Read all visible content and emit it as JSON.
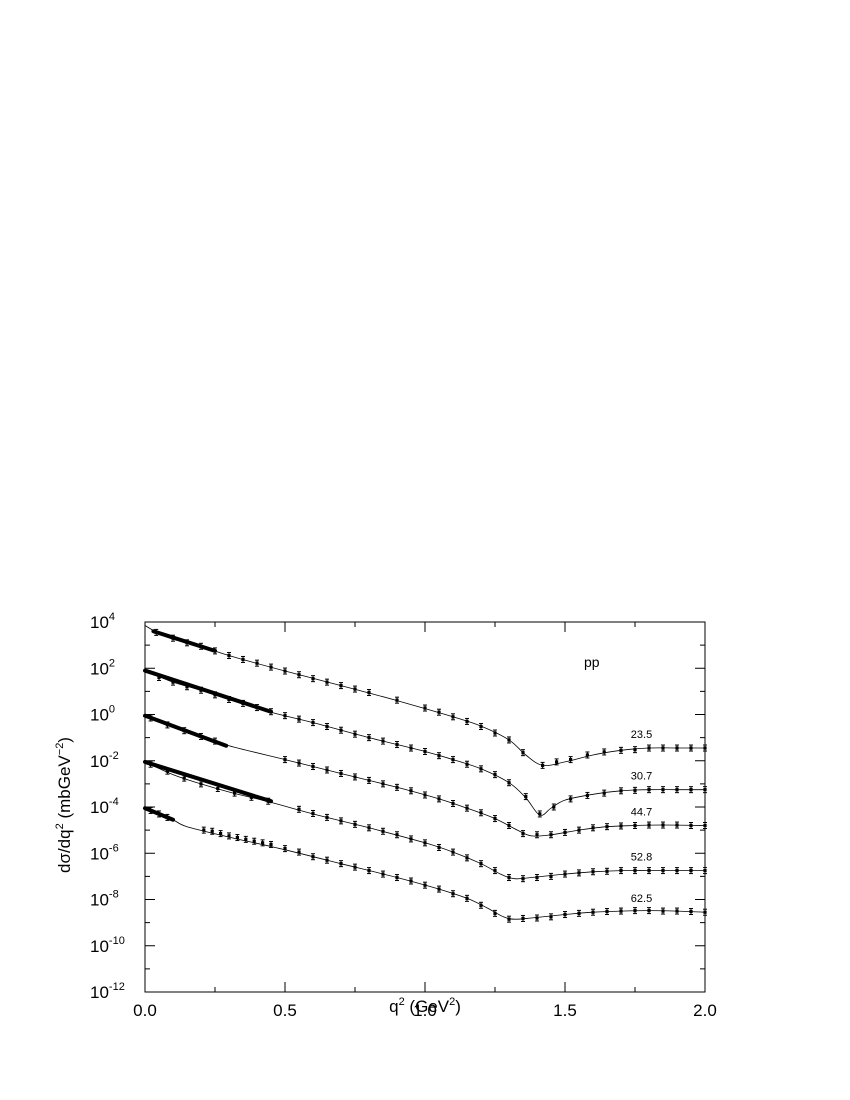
{
  "chart_data": {
    "type": "scatter",
    "title": "",
    "xlabel": "q2 (GeV2)",
    "ylabel": "dσ/dq2 (mbGeV−2)",
    "annotation": "pp",
    "x_scale": "linear",
    "y_scale": "log",
    "xlim": [
      0,
      2.0
    ],
    "ylim": [
      1e-12,
      10000.0
    ],
    "x_ticks": [
      "0.0",
      "0.5",
      "1.0",
      "1.5",
      "2.0"
    ],
    "y_ticks": [
      {
        "base": "10",
        "exp": "4"
      },
      {
        "base": "10",
        "exp": "2"
      },
      {
        "base": "10",
        "exp": "0"
      },
      {
        "base": "10",
        "exp": "-2"
      },
      {
        "base": "10",
        "exp": "-4"
      },
      {
        "base": "10",
        "exp": "-6"
      },
      {
        "base": "10",
        "exp": "-8"
      },
      {
        "base": "10",
        "exp": "-10"
      },
      {
        "base": "10",
        "exp": "-12"
      }
    ],
    "series": [
      {
        "name": "23.5",
        "curve_log10": [
          [
            0,
            3.85
          ],
          [
            0.05,
            3.5
          ],
          [
            0.1,
            3.25
          ],
          [
            0.2,
            2.95
          ],
          [
            0.3,
            2.55
          ],
          [
            0.5,
            1.88
          ],
          [
            0.7,
            1.25
          ],
          [
            0.9,
            0.6
          ],
          [
            1.1,
            -0.1
          ],
          [
            1.2,
            -0.5
          ],
          [
            1.3,
            -1.1
          ],
          [
            1.36,
            -1.75
          ],
          [
            1.42,
            -2.2
          ],
          [
            1.5,
            -2.05
          ],
          [
            1.6,
            -1.75
          ],
          [
            1.7,
            -1.55
          ],
          [
            1.8,
            -1.45
          ],
          [
            1.9,
            -1.45
          ],
          [
            2.0,
            -1.45
          ]
        ],
        "points_log10": [
          [
            0.04,
            3.55
          ],
          [
            0.1,
            3.3
          ],
          [
            0.15,
            3.1
          ],
          [
            0.2,
            2.95
          ],
          [
            0.25,
            2.75
          ],
          [
            0.3,
            2.55
          ],
          [
            0.35,
            2.38
          ],
          [
            0.4,
            2.22
          ],
          [
            0.45,
            2.05
          ],
          [
            0.5,
            1.88
          ],
          [
            0.55,
            1.72
          ],
          [
            0.6,
            1.55
          ],
          [
            0.65,
            1.4
          ],
          [
            0.7,
            1.25
          ],
          [
            0.75,
            1.1
          ],
          [
            0.8,
            0.95
          ],
          [
            0.9,
            0.62
          ],
          [
            1.0,
            0.28
          ],
          [
            1.05,
            0.1
          ],
          [
            1.1,
            -0.1
          ],
          [
            1.15,
            -0.3
          ],
          [
            1.2,
            -0.52
          ],
          [
            1.25,
            -0.8
          ],
          [
            1.3,
            -1.1
          ],
          [
            1.35,
            -1.65
          ],
          [
            1.42,
            -2.2
          ],
          [
            1.47,
            -2.05
          ],
          [
            1.52,
            -1.95
          ],
          [
            1.58,
            -1.75
          ],
          [
            1.64,
            -1.62
          ],
          [
            1.7,
            -1.55
          ],
          [
            1.75,
            -1.52
          ],
          [
            1.8,
            -1.45
          ],
          [
            1.85,
            -1.45
          ],
          [
            1.9,
            -1.45
          ],
          [
            1.95,
            -1.45
          ],
          [
            2.0,
            -1.45
          ]
        ]
      },
      {
        "name": "30.7",
        "curve_log10": [
          [
            0,
            1.9
          ],
          [
            0.1,
            1.4
          ],
          [
            0.2,
            1.05
          ],
          [
            0.3,
            0.65
          ],
          [
            0.45,
            0.1
          ],
          [
            0.6,
            -0.35
          ],
          [
            0.8,
            -1.0
          ],
          [
            1.0,
            -1.6
          ],
          [
            1.1,
            -1.95
          ],
          [
            1.2,
            -2.35
          ],
          [
            1.3,
            -2.95
          ],
          [
            1.36,
            -3.6
          ],
          [
            1.41,
            -4.35
          ],
          [
            1.45,
            -4.05
          ],
          [
            1.5,
            -3.7
          ],
          [
            1.6,
            -3.45
          ],
          [
            1.7,
            -3.3
          ],
          [
            1.8,
            -3.25
          ],
          [
            1.9,
            -3.25
          ],
          [
            2.0,
            -3.25
          ]
        ],
        "points_log10": [
          [
            0.05,
            1.6
          ],
          [
            0.1,
            1.4
          ],
          [
            0.15,
            1.2
          ],
          [
            0.2,
            1.05
          ],
          [
            0.25,
            0.85
          ],
          [
            0.3,
            0.65
          ],
          [
            0.35,
            0.48
          ],
          [
            0.4,
            0.3
          ],
          [
            0.45,
            0.12
          ],
          [
            0.5,
            -0.05
          ],
          [
            0.55,
            -0.2
          ],
          [
            0.6,
            -0.35
          ],
          [
            0.65,
            -0.52
          ],
          [
            0.7,
            -0.68
          ],
          [
            0.75,
            -0.85
          ],
          [
            0.8,
            -1.0
          ],
          [
            0.85,
            -1.15
          ],
          [
            0.9,
            -1.3
          ],
          [
            0.95,
            -1.45
          ],
          [
            1.0,
            -1.6
          ],
          [
            1.05,
            -1.78
          ],
          [
            1.1,
            -1.95
          ],
          [
            1.15,
            -2.15
          ],
          [
            1.2,
            -2.35
          ],
          [
            1.25,
            -2.6
          ],
          [
            1.3,
            -2.95
          ],
          [
            1.36,
            -3.55
          ],
          [
            1.41,
            -4.3
          ],
          [
            1.46,
            -4.0
          ],
          [
            1.52,
            -3.65
          ],
          [
            1.58,
            -3.5
          ],
          [
            1.64,
            -3.4
          ],
          [
            1.7,
            -3.3
          ],
          [
            1.75,
            -3.28
          ],
          [
            1.8,
            -3.25
          ],
          [
            1.85,
            -3.25
          ],
          [
            1.9,
            -3.25
          ],
          [
            1.95,
            -3.25
          ],
          [
            2.0,
            -3.25
          ]
        ]
      },
      {
        "name": "44.7",
        "curve_log10": [
          [
            0,
            -0.05
          ],
          [
            0.1,
            -0.55
          ],
          [
            0.2,
            -0.95
          ],
          [
            0.3,
            -1.35
          ],
          [
            0.5,
            -1.95
          ],
          [
            0.7,
            -2.55
          ],
          [
            0.9,
            -3.15
          ],
          [
            1.05,
            -3.65
          ],
          [
            1.15,
            -4.05
          ],
          [
            1.25,
            -4.5
          ],
          [
            1.33,
            -5.0
          ],
          [
            1.38,
            -5.25
          ],
          [
            1.45,
            -5.2
          ],
          [
            1.55,
            -5.0
          ],
          [
            1.65,
            -4.85
          ],
          [
            1.75,
            -4.8
          ],
          [
            1.85,
            -4.78
          ],
          [
            2.0,
            -4.8
          ]
        ],
        "points_log10": [
          [
            0.02,
            -0.15
          ],
          [
            0.08,
            -0.45
          ],
          [
            0.14,
            -0.7
          ],
          [
            0.2,
            -0.95
          ],
          [
            0.25,
            -1.15
          ],
          [
            0.5,
            -1.95
          ],
          [
            0.55,
            -2.1
          ],
          [
            0.6,
            -2.25
          ],
          [
            0.65,
            -2.4
          ],
          [
            0.7,
            -2.55
          ],
          [
            0.75,
            -2.7
          ],
          [
            0.8,
            -2.85
          ],
          [
            0.85,
            -3.0
          ],
          [
            0.9,
            -3.15
          ],
          [
            0.95,
            -3.3
          ],
          [
            1.0,
            -3.48
          ],
          [
            1.05,
            -3.65
          ],
          [
            1.1,
            -3.85
          ],
          [
            1.15,
            -4.05
          ],
          [
            1.2,
            -4.25
          ],
          [
            1.25,
            -4.5
          ],
          [
            1.3,
            -4.8
          ],
          [
            1.35,
            -5.15
          ],
          [
            1.4,
            -5.2
          ],
          [
            1.45,
            -5.2
          ],
          [
            1.5,
            -5.1
          ],
          [
            1.55,
            -5.0
          ],
          [
            1.6,
            -4.9
          ],
          [
            1.65,
            -4.85
          ],
          [
            1.7,
            -4.82
          ],
          [
            1.75,
            -4.8
          ],
          [
            1.8,
            -4.78
          ],
          [
            1.85,
            -4.78
          ],
          [
            1.9,
            -4.78
          ],
          [
            1.95,
            -4.8
          ],
          [
            2.0,
            -4.8
          ]
        ]
      },
      {
        "name": "52.8",
        "curve_log10": [
          [
            0,
            -2.05
          ],
          [
            0.1,
            -2.6
          ],
          [
            0.2,
            -3.0
          ],
          [
            0.3,
            -3.35
          ],
          [
            0.45,
            -3.8
          ],
          [
            0.6,
            -4.3
          ],
          [
            0.8,
            -4.9
          ],
          [
            1.0,
            -5.55
          ],
          [
            1.1,
            -5.95
          ],
          [
            1.2,
            -6.45
          ],
          [
            1.27,
            -6.9
          ],
          [
            1.32,
            -7.1
          ],
          [
            1.38,
            -7.05
          ],
          [
            1.5,
            -6.9
          ],
          [
            1.6,
            -6.8
          ],
          [
            1.7,
            -6.75
          ],
          [
            1.8,
            -6.75
          ],
          [
            1.9,
            -6.75
          ],
          [
            2.0,
            -6.75
          ]
        ],
        "points_log10": [
          [
            0.02,
            -2.15
          ],
          [
            0.08,
            -2.45
          ],
          [
            0.14,
            -2.75
          ],
          [
            0.2,
            -3.0
          ],
          [
            0.26,
            -3.2
          ],
          [
            0.32,
            -3.4
          ],
          [
            0.38,
            -3.58
          ],
          [
            0.44,
            -3.75
          ],
          [
            0.55,
            -4.1
          ],
          [
            0.6,
            -4.28
          ],
          [
            0.65,
            -4.45
          ],
          [
            0.7,
            -4.6
          ],
          [
            0.75,
            -4.75
          ],
          [
            0.8,
            -4.9
          ],
          [
            0.85,
            -5.05
          ],
          [
            0.9,
            -5.2
          ],
          [
            0.95,
            -5.38
          ],
          [
            1.0,
            -5.55
          ],
          [
            1.05,
            -5.75
          ],
          [
            1.1,
            -5.95
          ],
          [
            1.15,
            -6.2
          ],
          [
            1.2,
            -6.45
          ],
          [
            1.25,
            -6.75
          ],
          [
            1.3,
            -7.05
          ],
          [
            1.35,
            -7.1
          ],
          [
            1.4,
            -7.05
          ],
          [
            1.45,
            -7.0
          ],
          [
            1.5,
            -6.9
          ],
          [
            1.55,
            -6.85
          ],
          [
            1.6,
            -6.8
          ],
          [
            1.65,
            -6.78
          ],
          [
            1.7,
            -6.75
          ],
          [
            1.75,
            -6.75
          ],
          [
            1.8,
            -6.75
          ],
          [
            1.85,
            -6.75
          ],
          [
            1.9,
            -6.75
          ],
          [
            1.95,
            -6.75
          ],
          [
            2.0,
            -6.75
          ]
        ]
      },
      {
        "name": "62.5",
        "curve_log10": [
          [
            0,
            -4.05
          ],
          [
            0.05,
            -4.3
          ],
          [
            0.1,
            -4.55
          ],
          [
            0.15,
            -4.85
          ],
          [
            0.3,
            -5.3
          ],
          [
            0.5,
            -5.85
          ],
          [
            0.7,
            -6.45
          ],
          [
            0.9,
            -7.05
          ],
          [
            1.05,
            -7.55
          ],
          [
            1.15,
            -7.95
          ],
          [
            1.22,
            -8.35
          ],
          [
            1.28,
            -8.75
          ],
          [
            1.32,
            -8.85
          ],
          [
            1.38,
            -8.8
          ],
          [
            1.5,
            -8.65
          ],
          [
            1.6,
            -8.55
          ],
          [
            1.7,
            -8.5
          ],
          [
            1.8,
            -8.48
          ],
          [
            1.9,
            -8.5
          ],
          [
            2.0,
            -8.55
          ]
        ],
        "points_log10": [
          [
            0.02,
            -4.15
          ],
          [
            0.05,
            -4.3
          ],
          [
            0.08,
            -4.45
          ],
          [
            0.21,
            -5.0
          ],
          [
            0.24,
            -5.05
          ],
          [
            0.27,
            -5.15
          ],
          [
            0.3,
            -5.25
          ],
          [
            0.33,
            -5.32
          ],
          [
            0.36,
            -5.4
          ],
          [
            0.39,
            -5.48
          ],
          [
            0.42,
            -5.55
          ],
          [
            0.45,
            -5.62
          ],
          [
            0.5,
            -5.8
          ],
          [
            0.55,
            -5.95
          ],
          [
            0.6,
            -6.15
          ],
          [
            0.65,
            -6.3
          ],
          [
            0.7,
            -6.45
          ],
          [
            0.75,
            -6.6
          ],
          [
            0.8,
            -6.75
          ],
          [
            0.85,
            -6.9
          ],
          [
            0.9,
            -7.05
          ],
          [
            0.95,
            -7.2
          ],
          [
            1.0,
            -7.38
          ],
          [
            1.05,
            -7.55
          ],
          [
            1.1,
            -7.75
          ],
          [
            1.15,
            -7.95
          ],
          [
            1.2,
            -8.25
          ],
          [
            1.25,
            -8.6
          ],
          [
            1.3,
            -8.85
          ],
          [
            1.35,
            -8.82
          ],
          [
            1.4,
            -8.8
          ],
          [
            1.45,
            -8.75
          ],
          [
            1.5,
            -8.65
          ],
          [
            1.55,
            -8.6
          ],
          [
            1.6,
            -8.55
          ],
          [
            1.65,
            -8.52
          ],
          [
            1.7,
            -8.5
          ],
          [
            1.75,
            -8.48
          ],
          [
            1.8,
            -8.48
          ],
          [
            1.85,
            -8.5
          ],
          [
            1.9,
            -8.5
          ],
          [
            1.95,
            -8.52
          ],
          [
            2.0,
            -8.55
          ]
        ]
      }
    ],
    "dense_bands_log10": [
      {
        "series": "23.5",
        "x_from": 0.03,
        "x_to": 0.25,
        "y_from": 3.6,
        "y_to": 2.75
      },
      {
        "series": "30.7",
        "x_from": 0.0,
        "x_to": 0.45,
        "y_from": 1.9,
        "y_to": 0.12
      },
      {
        "series": "44.7",
        "x_from": 0.0,
        "x_to": 0.29,
        "y_from": -0.05,
        "y_to": -1.35
      },
      {
        "series": "52.8",
        "x_from": 0.0,
        "x_to": 0.45,
        "y_from": -2.05,
        "y_to": -3.75
      },
      {
        "series": "62.5",
        "x_from": 0.0,
        "x_to": 0.1,
        "y_from": -4.05,
        "y_to": -4.55
      }
    ],
    "grid": false,
    "legend": "inline curve labels at right"
  }
}
